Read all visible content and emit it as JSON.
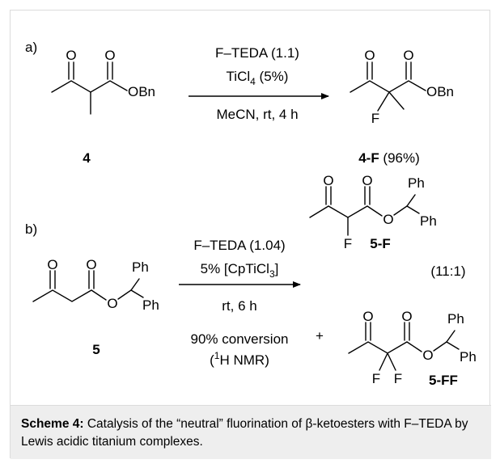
{
  "scheme": {
    "part_a": {
      "label": "a)",
      "reactant": {
        "o1": "O",
        "o2": "O",
        "obn": "OBn",
        "number": "4"
      },
      "conditions": {
        "reagent": "F–TEDA (1.1)",
        "catalyst_main": "TiCl",
        "catalyst_sub": "4",
        "catalyst_tail": " (5%)",
        "solvent": "MeCN, rt, 4 h"
      },
      "product": {
        "o1": "O",
        "o2": "O",
        "obn": "OBn",
        "f": "F",
        "number_bold": "4-F",
        "yield": " (96%)"
      }
    },
    "part_b": {
      "label": "b)",
      "reactant": {
        "o1": "O",
        "o2": "O",
        "o_ester": "O",
        "ph1": "Ph",
        "ph2": "Ph",
        "number": "5"
      },
      "conditions": {
        "reagent": "F–TEDA (1.04)",
        "catalyst_pre": "5% [CpTiCl",
        "catalyst_sub": "3",
        "catalyst_post": "]",
        "time": "rt, 6 h",
        "conversion": "90% conversion",
        "nmr_open": "(",
        "nmr_sup": "1",
        "nmr_rest": "H NMR)"
      },
      "product_f": {
        "o1": "O",
        "o2": "O",
        "o_ester": "O",
        "ph1": "Ph",
        "ph2": "Ph",
        "f": "F",
        "number": "5-F"
      },
      "ratio": "(11:1)",
      "plus": "+",
      "product_ff": {
        "o1": "O",
        "o2": "O",
        "o_ester": "O",
        "ph1": "Ph",
        "ph2": "Ph",
        "f1": "F",
        "f2": "F",
        "number": "5-FF"
      }
    }
  },
  "caption": {
    "label": "Scheme 4:",
    "text": " Catalysis of the “neutral” fluorination of β-ketoesters with F–TEDA by Lewis acidic titanium complexes."
  }
}
